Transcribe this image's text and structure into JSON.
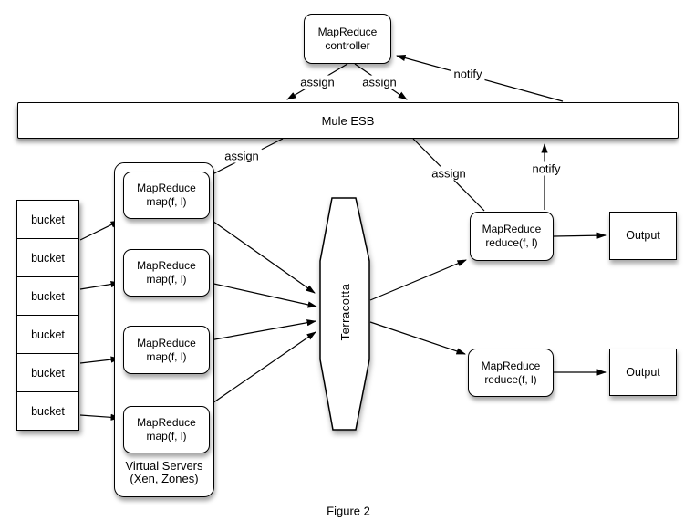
{
  "figure_caption": "Figure 2",
  "nodes": {
    "controller": {
      "line1": "MapReduce",
      "line2": "controller"
    },
    "esb": {
      "label": "Mule ESB"
    },
    "buckets": [
      "bucket",
      "bucket",
      "bucket",
      "bucket",
      "bucket",
      "bucket"
    ],
    "virtual_servers": {
      "line1": "Virtual Servers",
      "line2": "(Xen, Zones)"
    },
    "maps": [
      {
        "line1": "MapReduce",
        "line2": "map(f, l)"
      },
      {
        "line1": "MapReduce",
        "line2": "map(f, l)"
      },
      {
        "line1": "MapReduce",
        "line2": "map(f, l)"
      },
      {
        "line1": "MapReduce",
        "line2": "map(f, l)"
      }
    ],
    "terracotta": {
      "label": "Terracotta"
    },
    "reduces": [
      {
        "line1": "MapReduce",
        "line2": "reduce(f, l)"
      },
      {
        "line1": "MapReduce",
        "line2": "reduce(f, l)"
      }
    ],
    "outputs": [
      {
        "label": "Output"
      },
      {
        "label": "Output"
      }
    ]
  },
  "edge_labels": {
    "controller_assign_left": "assign",
    "controller_assign_right": "assign",
    "esb_notify_controller": "notify",
    "esb_assign_vs": "assign",
    "esb_assign_reduce": "assign",
    "reduce_notify_esb": "notify"
  },
  "colors": {
    "stroke": "#000000",
    "background": "#ffffff",
    "text": "#000000"
  }
}
